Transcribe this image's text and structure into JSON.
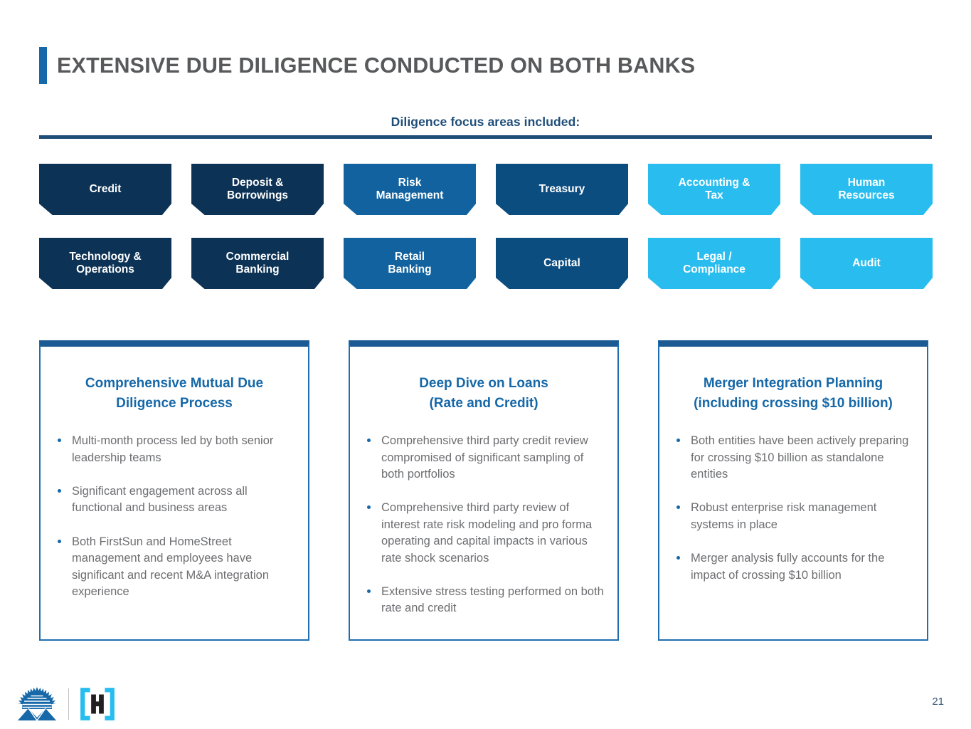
{
  "slide": {
    "title": "EXTENSIVE DUE DILIGENCE CONDUCTED ON BOTH BANKS",
    "subtitle": "Diligence focus areas included:",
    "page_number": "21",
    "colors": {
      "title_text": "#58595B",
      "title_accent": "#1668A8",
      "subtitle_text": "#1F4E79",
      "rule": "#1F4E79",
      "navy": "#0C3255",
      "mid_blue": "#11629E",
      "dark_blue": "#0C4D80",
      "cyan": "#29BDEF",
      "box_border": "#1F6FB0",
      "box_top_border": "#1C5A93",
      "heading_blue": "#1668A8",
      "body_gray": "#6D6E71",
      "page_number": "#3C5A75"
    }
  },
  "focus_areas": {
    "row1": [
      {
        "label": "Credit",
        "color": "#0C3255"
      },
      {
        "label": "Deposit &\nBorrowings",
        "color": "#0C3255"
      },
      {
        "label": "Risk\nManagement",
        "color": "#11629E"
      },
      {
        "label": "Treasury",
        "color": "#0C4D80"
      },
      {
        "label": "Accounting &\nTax",
        "color": "#29BDEF"
      },
      {
        "label": "Human\nResources",
        "color": "#29BDEF"
      }
    ],
    "row2": [
      {
        "label": "Technology &\nOperations",
        "color": "#0C3255"
      },
      {
        "label": "Commercial\nBanking",
        "color": "#0C3255"
      },
      {
        "label": "Retail\nBanking",
        "color": "#11629E"
      },
      {
        "label": "Capital",
        "color": "#0C4D80"
      },
      {
        "label": "Legal /\nCompliance",
        "color": "#29BDEF"
      },
      {
        "label": "Audit",
        "color": "#29BDEF"
      }
    ]
  },
  "detail_boxes": [
    {
      "heading": "Comprehensive Mutual Due\nDiligence Process",
      "bullets": [
        "Multi-month process led by both senior leadership teams",
        "Significant engagement across all functional and business areas",
        "Both FirstSun and HomeStreet management and employees have significant and recent M&A integration experience"
      ]
    },
    {
      "heading": "Deep Dive on Loans\n(Rate and Credit)",
      "bullets": [
        "Comprehensive third party credit review compromised of significant sampling of both portfolios",
        "Comprehensive third party review of interest rate risk modeling and pro forma operating and capital impacts in various rate shock scenarios",
        "Extensive stress testing performed on both rate and credit"
      ]
    },
    {
      "heading": "Merger Integration Planning\n(including crossing $10 billion)",
      "bullets": [
        "Both entities have been actively preparing for crossing $10 billion as standalone entities",
        "Robust enterprise risk management systems in place",
        "Merger analysis fully accounts for the impact of crossing $10 billion"
      ]
    }
  ],
  "footer": {
    "firstsun_logo": "firstsun-sunrise-logo",
    "homestreet_logo": "homestreet-h-bracket-logo",
    "homestreet_letter": "H"
  }
}
